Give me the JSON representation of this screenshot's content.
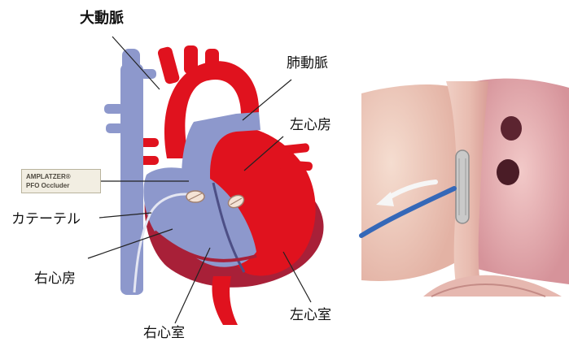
{
  "labels": {
    "aorta": "大動脈",
    "pulmonary_artery": "肺動脈",
    "left_atrium": "左心房",
    "catheter": "カテーテル",
    "right_atrium": "右心房",
    "right_ventricle": "右心室",
    "left_ventricle": "左心室"
  },
  "device_box": {
    "line1": "AMPLATZER®",
    "line2": "PFO Occluder"
  },
  "colors": {
    "oxygenated": "#e0121e",
    "oxygenated_dark": "#b4101a",
    "deoxygenated": "#8d98cc",
    "deoxygenated_dark": "#6e79ad",
    "myocardium": "#b52a3e",
    "septum_pink": "#eac6bd",
    "catheter_blue": "#3568b8"
  }
}
